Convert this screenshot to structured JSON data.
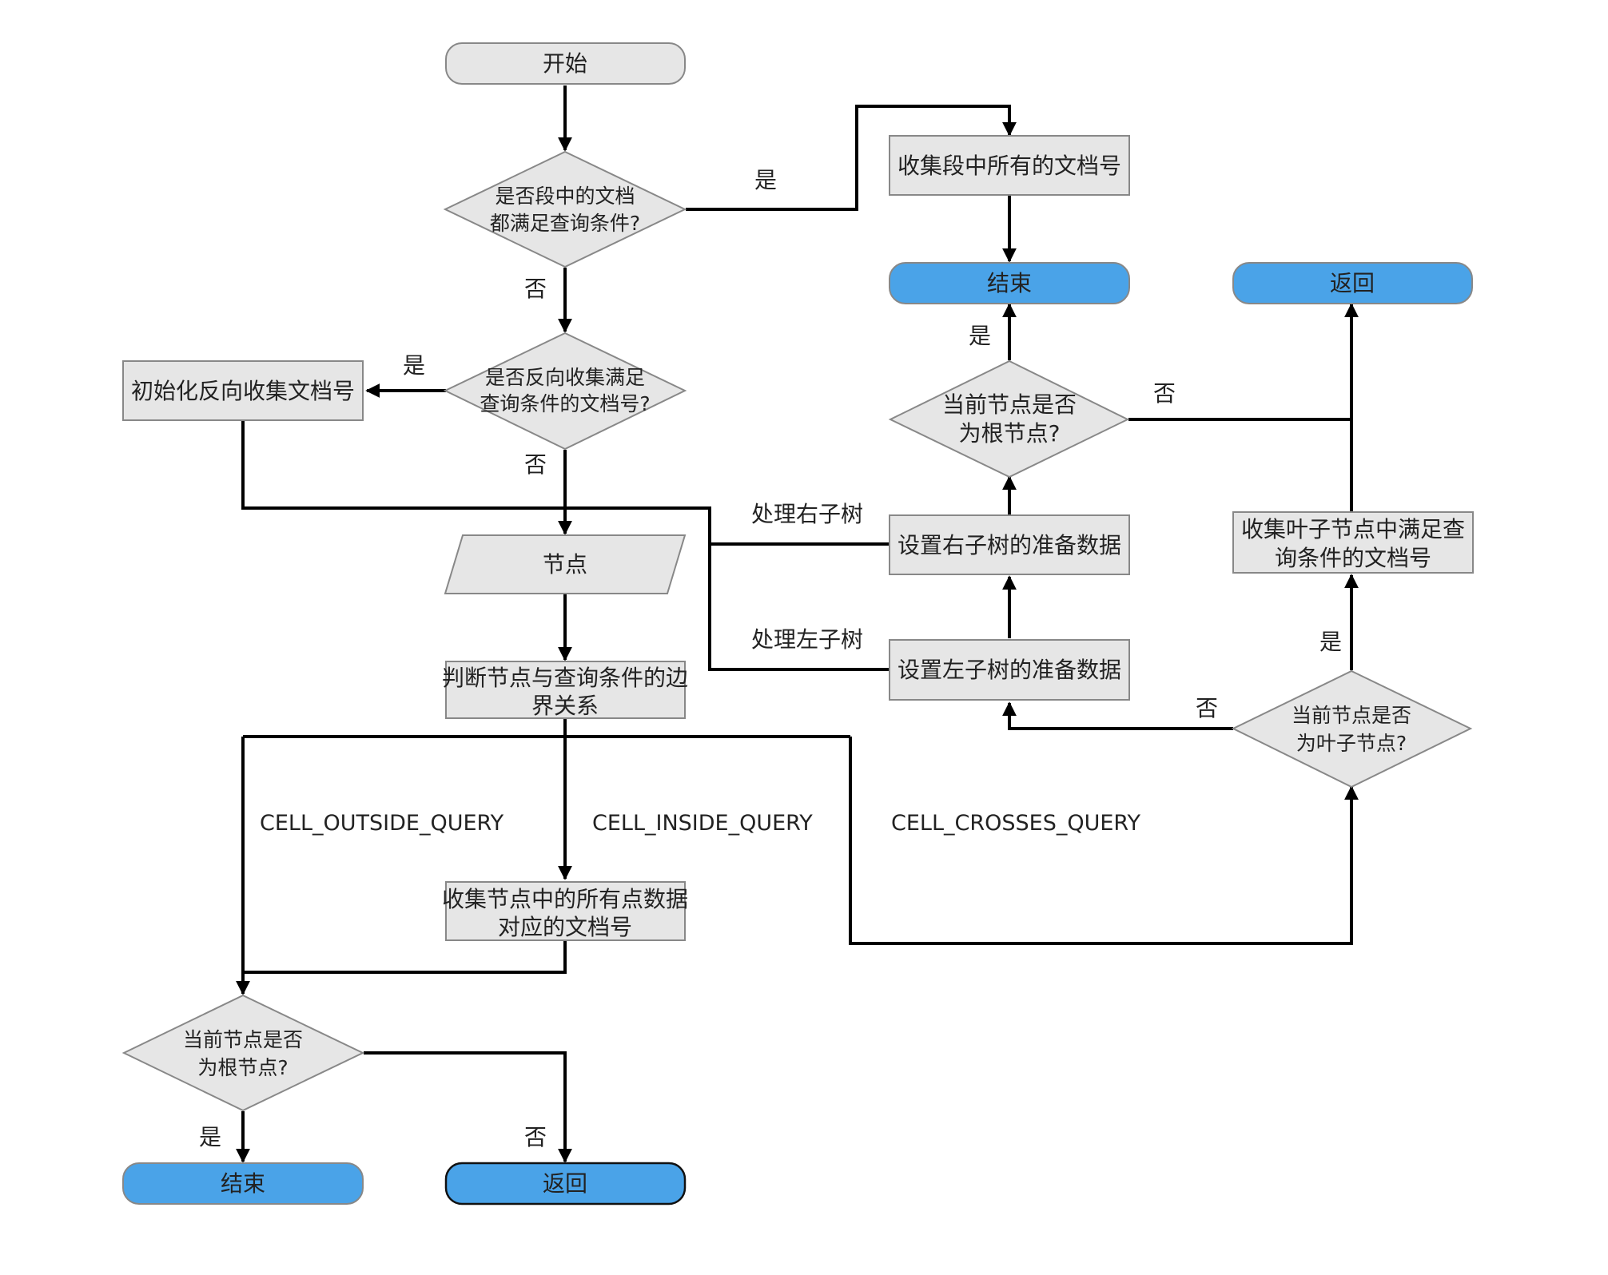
{
  "colors": {
    "node_fill": "#e6e6e6",
    "node_stroke": "#888888",
    "terminal_fill": "#4aa3e8",
    "line": "#000000",
    "text": "#222222"
  },
  "nodes": {
    "start": "开始",
    "decision_all_docs_match": [
      "是否段中的文档",
      "都满足查询条件?"
    ],
    "collect_all_docs": "收集段中所有的文档号",
    "end_top": "结束",
    "return_top": "返回",
    "decision_inverse_collect": [
      "是否反向收集满足",
      "查询条件的文档号?"
    ],
    "init_inverse_collect": "初始化反向收集文档号",
    "decision_root_top": [
      "当前节点是否",
      "为根节点?"
    ],
    "node_input": "节点",
    "prepare_right_subtree": "设置右子树的准备数据",
    "collect_leaf_docs": [
      "收集叶子节点中满足查",
      "询条件的文档号"
    ],
    "prepare_left_subtree": "设置左子树的准备数据",
    "judge_boundary": [
      "判断节点与查询条件的边",
      "界关系"
    ],
    "decision_leaf": [
      "当前节点是否",
      "为叶子节点?"
    ],
    "collect_node_points": [
      "收集节点中的所有点数据",
      "对应的文档号"
    ],
    "decision_root_bottom": [
      "当前节点是否",
      "为根节点?"
    ],
    "end_bottom": "结束",
    "return_bottom": "返回"
  },
  "edge_labels": {
    "yes_all_docs": "是",
    "no_all_docs": "否",
    "yes_inverse": "是",
    "no_inverse": "否",
    "yes_root_top": "是",
    "no_root_top": "否",
    "process_right": "处理右子树",
    "process_left": "处理左子树",
    "yes_leaf": "是",
    "no_leaf": "否",
    "cell_outside": "CELL_OUTSIDE_QUERY",
    "cell_inside": "CELL_INSIDE_QUERY",
    "cell_crosses": "CELL_CROSSES_QUERY",
    "yes_root_bottom": "是",
    "no_root_bottom": "否"
  }
}
